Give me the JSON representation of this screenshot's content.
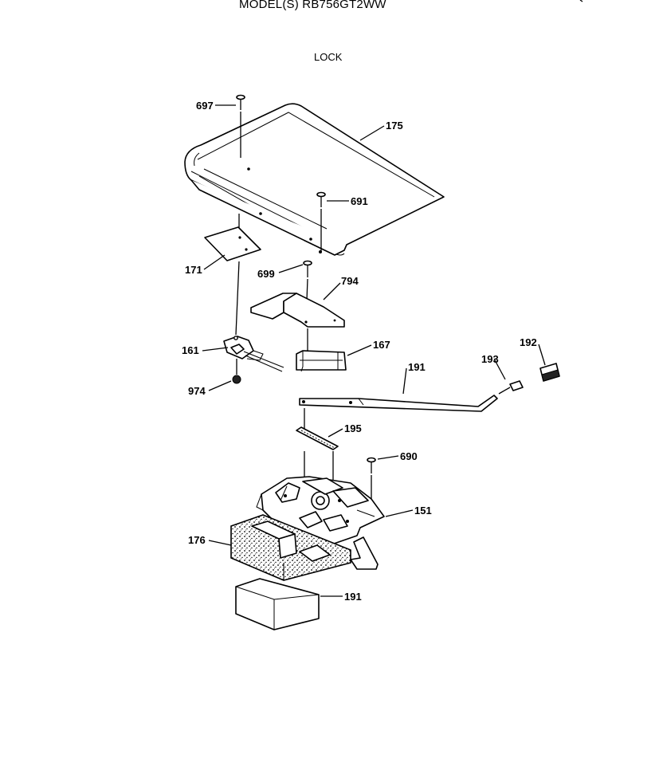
{
  "header": {
    "model": "MODEL(S) RB756GT2WW",
    "section": "LOCK"
  },
  "parts": {
    "p697": "697",
    "p175": "175",
    "p691": "691",
    "p171": "171",
    "p699": "699",
    "p794": "794",
    "p161": "161",
    "p167": "167",
    "p974": "974",
    "p191a": "191",
    "p193": "193",
    "p192": "192",
    "p195": "195",
    "p690": "690",
    "p151": "151",
    "p176": "176",
    "p191b": "191"
  }
}
